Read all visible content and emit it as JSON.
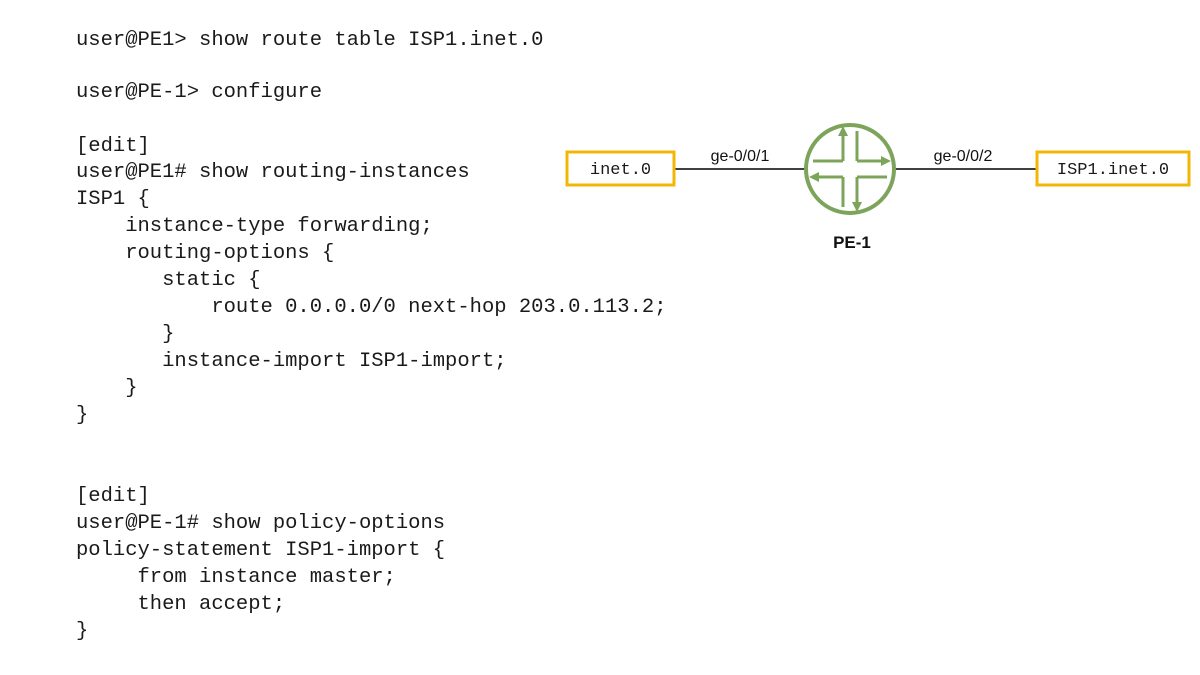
{
  "code_lines": [
    "user@PE1> show route table ISP1.inet.0",
    "user@PE-1> configure",
    "[edit]",
    "user@PE1# show routing-instances",
    "ISP1 {",
    "    instance-type forwarding;",
    "    routing-options {",
    "       static {",
    "           route 0.0.0.0/0 next-hop 203.0.113.2;",
    "       }",
    "       instance-import ISP1-import;",
    "    }",
    "}",
    "[edit]",
    "user@PE-1# show policy-options",
    "policy-statement ISP1-import {",
    "     from instance master;",
    "     then accept;",
    "}"
  ],
  "topology": {
    "left_table": "inet.0",
    "right_table": "ISP1.inet.0",
    "left_interface": "ge-0/0/1",
    "right_interface": "ge-0/0/2",
    "router_name": "PE-1",
    "router_icon": "router-icon",
    "colors": {
      "table_box_border": "#F2B705",
      "router": "#7DA45B",
      "link": "#000000"
    }
  }
}
